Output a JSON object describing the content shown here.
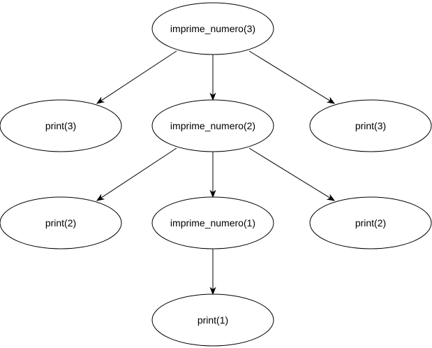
{
  "nodes": [
    {
      "id": "root",
      "label": "imprime_numero(3)"
    },
    {
      "id": "print3-left",
      "label": "print(3)"
    },
    {
      "id": "call2",
      "label": "imprime_numero(2)"
    },
    {
      "id": "print3-right",
      "label": "print(3)"
    },
    {
      "id": "print2-left",
      "label": "print(2)"
    },
    {
      "id": "call1",
      "label": "imprime_numero(1)"
    },
    {
      "id": "print2-right",
      "label": "print(2)"
    },
    {
      "id": "print1",
      "label": "print(1)"
    }
  ],
  "edges": [
    {
      "from": "root",
      "to": "print3-left"
    },
    {
      "from": "root",
      "to": "call2"
    },
    {
      "from": "root",
      "to": "print3-right"
    },
    {
      "from": "call2",
      "to": "print2-left"
    },
    {
      "from": "call2",
      "to": "call1"
    },
    {
      "from": "call2",
      "to": "print2-right"
    },
    {
      "from": "call1",
      "to": "print1"
    }
  ]
}
